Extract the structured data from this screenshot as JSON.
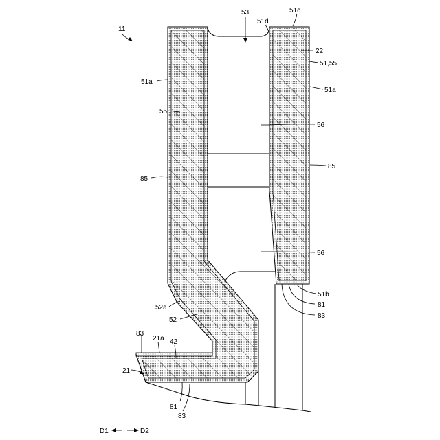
{
  "figure": {
    "labels": {
      "l11": "11",
      "l53": "53",
      "l51d": "51d",
      "l51c": "51c",
      "l22": "22",
      "l51_55": "51,55",
      "l51a_left": "51a",
      "l51a_right": "51a",
      "l55": "55",
      "l56_upper": "56",
      "l56_lower": "56",
      "l85_left": "85",
      "l85_right": "85",
      "l52a": "52a",
      "l52": "52",
      "l51b": "51b",
      "l81_right": "81",
      "l83_right": "83",
      "l83_left": "83",
      "l21a": "21a",
      "l42": "42",
      "l21": "21",
      "l81_bottom": "81",
      "l83_bottom": "83",
      "d1": "D1",
      "d2": "D2"
    },
    "colors": {
      "line": "#000000",
      "hatch": "#000000",
      "background": "#ffffff"
    }
  }
}
